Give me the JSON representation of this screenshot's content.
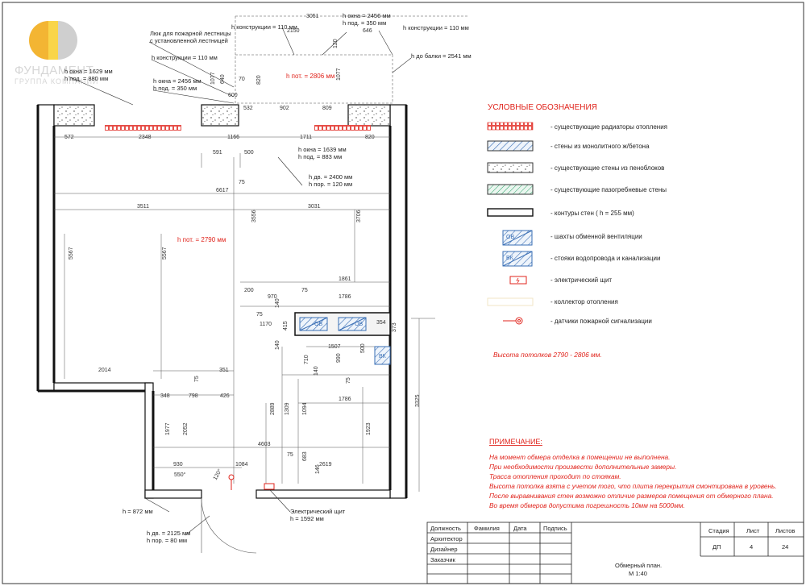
{
  "logo": {
    "name": "ФУНДАМЕНТ",
    "group": "ГРУППА КОМПАНИЙ",
    "colors": {
      "orange": "#f3b533",
      "yellow": "#f9d54a",
      "gray": "#cfcfcf"
    }
  },
  "ceiling": {
    "main": "h пот. = 2790 мм",
    "top": "h пот. = 2806 мм"
  },
  "annotations": {
    "hatch": [
      "Люк для пожарной лестницы",
      "с установленной лестницей"
    ],
    "a1": "h конструкции = 110 мм",
    "a2": "h окна = 2456 мм",
    "a3": "h под. = 350 мм",
    "a4": "h конструкции = 110 мм",
    "a5": "h конструкции = 110 мм",
    "a6": "h до балки = 2541 мм",
    "a7": "h окна = 1629 мм",
    "a8": "h под. = 880 мм",
    "a9": "h окна = 2456 мм",
    "a10": "h под. = 350 мм",
    "a11": "h окна = 1639 мм",
    "a12": "h под. = 883 мм",
    "a13": "h дв. = 2400 мм",
    "a14": "h пор. = 120 мм",
    "a15": "h = 872 мм",
    "a16": "h дв. = 2125 мм",
    "a17": "h пор. = 80 мм",
    "panel": [
      "Электрический щит",
      "h = 1592 мм"
    ]
  },
  "dims": {
    "d3051": "3051",
    "d2150": "2150",
    "d646": "646",
    "d120": "120",
    "d1077a": "1077",
    "d820a": "820",
    "d1077b": "1077",
    "d640": "640",
    "d70": "70",
    "d600": "600",
    "d532": "532",
    "d902": "902",
    "d809": "809",
    "d572": "572",
    "d2348": "2348",
    "d1166": "1166",
    "d1711": "1711",
    "d820b": "820",
    "d591": "591",
    "d500a": "500",
    "d75a": "75",
    "d6617": "6617",
    "d3511": "3511",
    "d3031": "3031",
    "d3556": "3556",
    "d3706": "3706",
    "d5567a": "5567",
    "d5567b": "5567",
    "d1861": "1861",
    "d200": "200",
    "d970": "970",
    "d75b": "75",
    "d1786a": "1786",
    "d140a": "140",
    "d75c": "75",
    "d1170": "1170",
    "d415": "415",
    "d354": "354",
    "d373": "373",
    "d140b": "140",
    "d1507": "1507",
    "d500b": "500",
    "d710": "710",
    "d990": "990",
    "d140c": "140",
    "d2014": "2014",
    "d351": "351",
    "d75d": "75",
    "d75e": "75",
    "d348": "348",
    "d798": "798",
    "d426": "426",
    "d1786b": "1786",
    "d2889": "2889",
    "d1309": "1309",
    "d1094": "1094",
    "d3325": "3325",
    "d1977": "1977",
    "d2052": "2052",
    "d4603": "4603",
    "d1923": "1923",
    "d930": "930",
    "d1084": "1084",
    "d75f": "75",
    "d683": "683",
    "d2619": "2619",
    "d146": "146",
    "d550": "550°",
    "d120deg": "120°"
  },
  "shafts": {
    "ov": "ОВ",
    "vk": "ВК"
  },
  "legend": {
    "title": "УСЛОВНЫЕ ОБОЗНАЧЕНИЯ",
    "items": [
      "- существующие радиаторы отопления",
      "- стены из монолитного ж/бетона",
      "- существующие стены из пеноблоков",
      "- существующие пазогребневые стены",
      "- контуры стен ( h = 255 мм)",
      "- шахты обменной вентиляции",
      "- стояки водопровода и канализации",
      "- электрический щит",
      "- коллектор отопления",
      "- датчики пожарной сигнализации"
    ],
    "ceiling_height": "Высота потолков 2790 - 2806 мм."
  },
  "notes": {
    "title": "ПРИМЕЧАНИЕ:",
    "lines": [
      "На момент обмера отделка в помещении не выполнена.",
      "При необходимости произвести дополнительные замеры.",
      "Трасса отопления проходит по стоякам.",
      "Высота потолка взята с учетом того, что плита перекрытия смонтирована в уровень.",
      "После выравнивания стен возможно отличие размеров помещения от обмерного плана.",
      "Во время обмеров допустима погрешность 10мм на 5000мм."
    ]
  },
  "titleblock": {
    "col_role": "Должность",
    "col_name": "Фамилия",
    "col_date": "Дата",
    "col_sign": "Подпись",
    "roles": [
      "Архитектор",
      "Дизайнер",
      "Заказчик"
    ],
    "stage_h": "Стадия",
    "sheet_h": "Лист",
    "sheets_h": "Листов",
    "stage": "ДП",
    "sheet": "4",
    "sheets": "24",
    "drawing_title": "Обмерный план.",
    "scale": "М 1:40"
  }
}
